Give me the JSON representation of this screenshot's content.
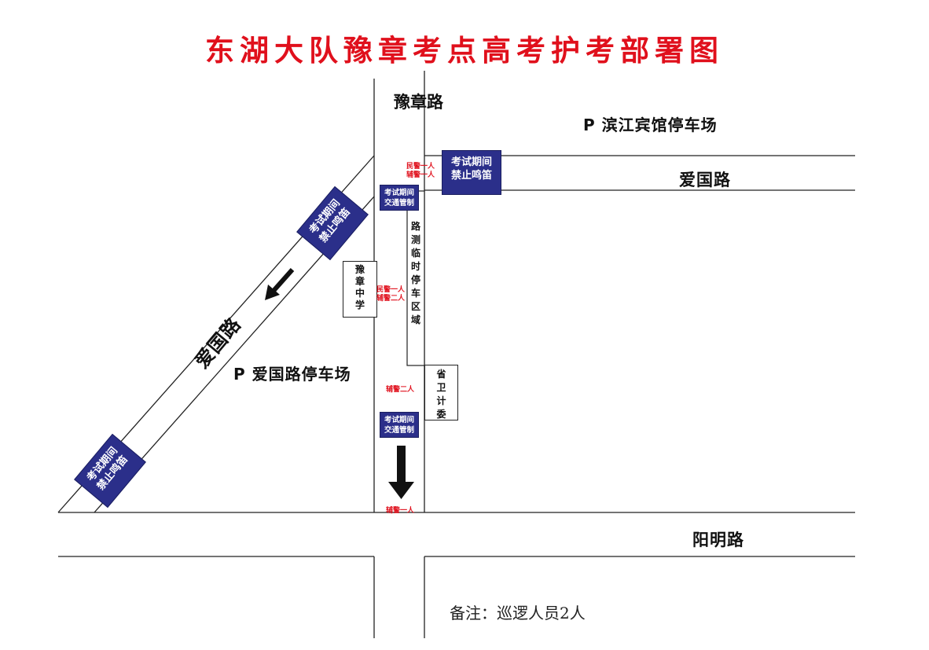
{
  "title": "东湖大队豫章考点高考护考部署图",
  "roads": {
    "yuzhang_road": "豫章路",
    "aiguo_road_east": "爱国路",
    "aiguo_road_diagonal": "爱国路",
    "yangming_road": "阳明路"
  },
  "parking": {
    "binjiang_hotel": "P 滨江宾馆停车场",
    "aiguo_road_lot": "P 爱国路停车场"
  },
  "buildings": {
    "yuzhang_school": "豫章中学",
    "temp_parking_zone": "路测临时停车区域",
    "provincial_health": "省卫计委"
  },
  "signs": {
    "no_horn": [
      "考试期间",
      "禁止鸣笛"
    ],
    "traffic_control": [
      "考试期间",
      "交通管制"
    ]
  },
  "staff": {
    "north_junction": [
      "民警一人",
      "辅警一人"
    ],
    "mid_road": [
      "民警一人",
      "辅警二人"
    ],
    "south_mid": "辅警二人",
    "south_junction": "辅警一人"
  },
  "note": "备注：巡逻人员2人",
  "colors": {
    "title_red": "#e0101c",
    "sign_blue": "#2b2f8a",
    "road_line": "#222222"
  },
  "icons": [
    "arrow-southwest-icon",
    "arrow-down-icon"
  ]
}
